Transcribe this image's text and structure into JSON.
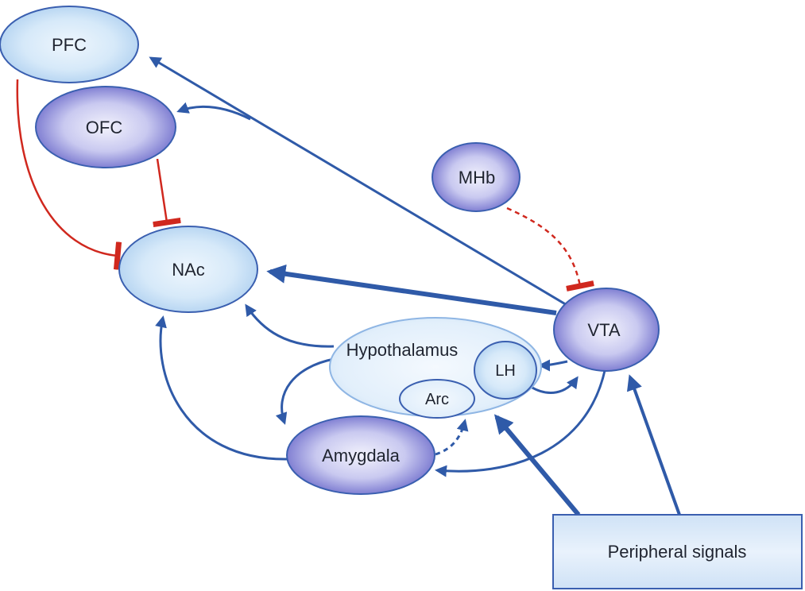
{
  "nodes": {
    "pfc": "PFC",
    "ofc": "OFC",
    "mhb": "MHb",
    "nac": "NAc",
    "vta": "VTA",
    "hypothalamus": "Hypothalamus",
    "lh": "LH",
    "arc": "Arc",
    "amygdala": "Amygdala",
    "peripheral": "Peripheral signals"
  },
  "colors": {
    "excitatory": "#2f5aa8",
    "inhibitory": "#d0281e",
    "node_outline": "#3a5fb0",
    "light_fill_center": "#e9f3fc",
    "light_fill_edge": "#a9cdee",
    "dark_fill_center": "#eeeefb",
    "dark_fill_edge": "#5a58c0"
  },
  "connections": [
    {
      "from": "VTA",
      "to": "PFC",
      "type": "excitatory"
    },
    {
      "from": "VTA",
      "to": "OFC",
      "type": "excitatory"
    },
    {
      "from": "VTA",
      "to": "NAc",
      "type": "excitatory",
      "weight": "strong"
    },
    {
      "from": "PFC",
      "to": "NAc",
      "type": "inhibitory"
    },
    {
      "from": "OFC",
      "to": "NAc",
      "type": "inhibitory"
    },
    {
      "from": "MHb",
      "to": "VTA",
      "type": "inhibitory",
      "style": "dashed"
    },
    {
      "from": "Hypothalamus",
      "to": "NAc",
      "type": "excitatory"
    },
    {
      "from": "Hypothalamus",
      "to": "Amygdala",
      "type": "excitatory"
    },
    {
      "from": "Amygdala",
      "to": "NAc",
      "type": "excitatory"
    },
    {
      "from": "Amygdala",
      "to": "Arc",
      "type": "excitatory",
      "style": "dashed"
    },
    {
      "from": "VTA",
      "to": "LH",
      "type": "excitatory"
    },
    {
      "from": "LH",
      "to": "VTA",
      "type": "excitatory"
    },
    {
      "from": "VTA",
      "to": "Amygdala",
      "type": "excitatory"
    },
    {
      "from": "Peripheral signals",
      "to": "Arc",
      "type": "excitatory",
      "weight": "strong"
    },
    {
      "from": "Peripheral signals",
      "to": "VTA",
      "type": "excitatory",
      "weight": "strong"
    }
  ]
}
